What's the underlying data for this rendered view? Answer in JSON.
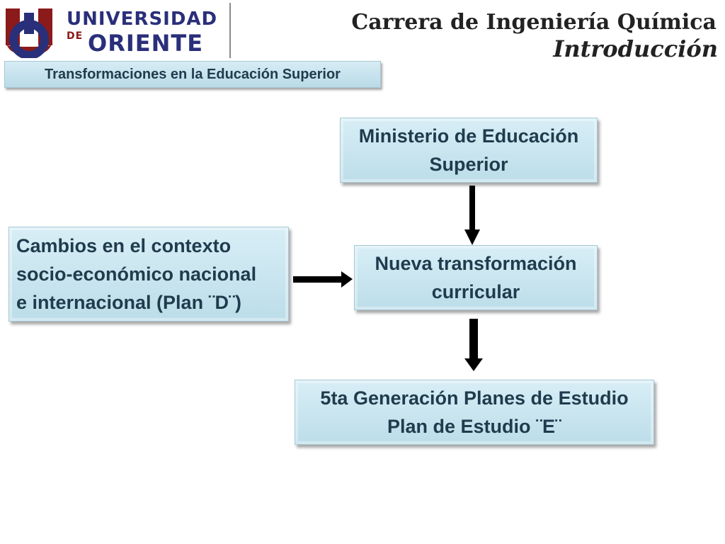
{
  "logo": {
    "line1": "UNIVERSIDAD",
    "de": "DE",
    "line2": "ORIENTE"
  },
  "header": {
    "title": "Carrera de Ingeniería Química",
    "subtitle": "Introducción",
    "topic": "Transformaciones en la Educación Superior"
  },
  "diagram": {
    "ministerio": "Ministerio de Educación\nSuperior",
    "cambios": "Cambios en el contexto\nsocio-económico nacional\ne internacional (Plan ¨D¨)",
    "nueva": "Nueva transformación\ncurricular",
    "generacion": "5ta Generación Planes de Estudio\nPlan de Estudio ¨E¨"
  },
  "colors": {
    "box_fill": "#c9e5ef",
    "text": "#1f3b4d",
    "logo_blue": "#2a2f7a",
    "logo_red": "#8b1a1a"
  }
}
